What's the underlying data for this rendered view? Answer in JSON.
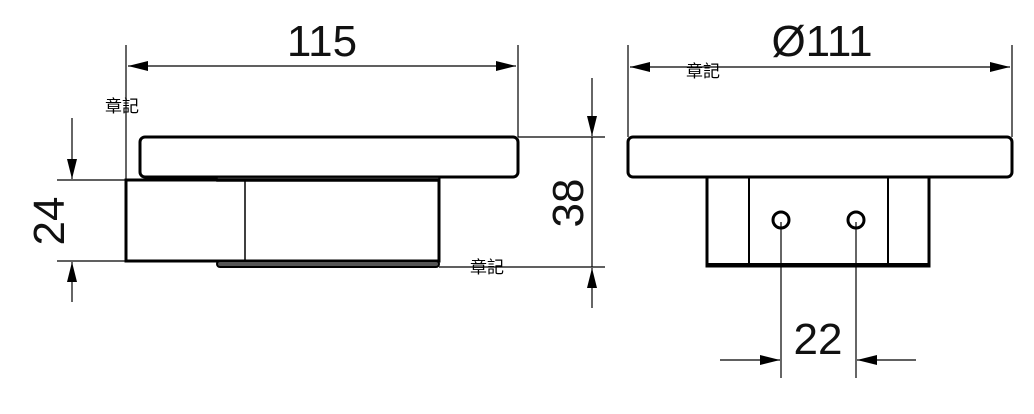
{
  "dimensions": {
    "width": "115",
    "diameter": "Ø111",
    "base_height": "24",
    "total_height": "38",
    "hole_spacing": "22"
  },
  "notes": [
    "章記",
    "章記",
    "章記"
  ]
}
